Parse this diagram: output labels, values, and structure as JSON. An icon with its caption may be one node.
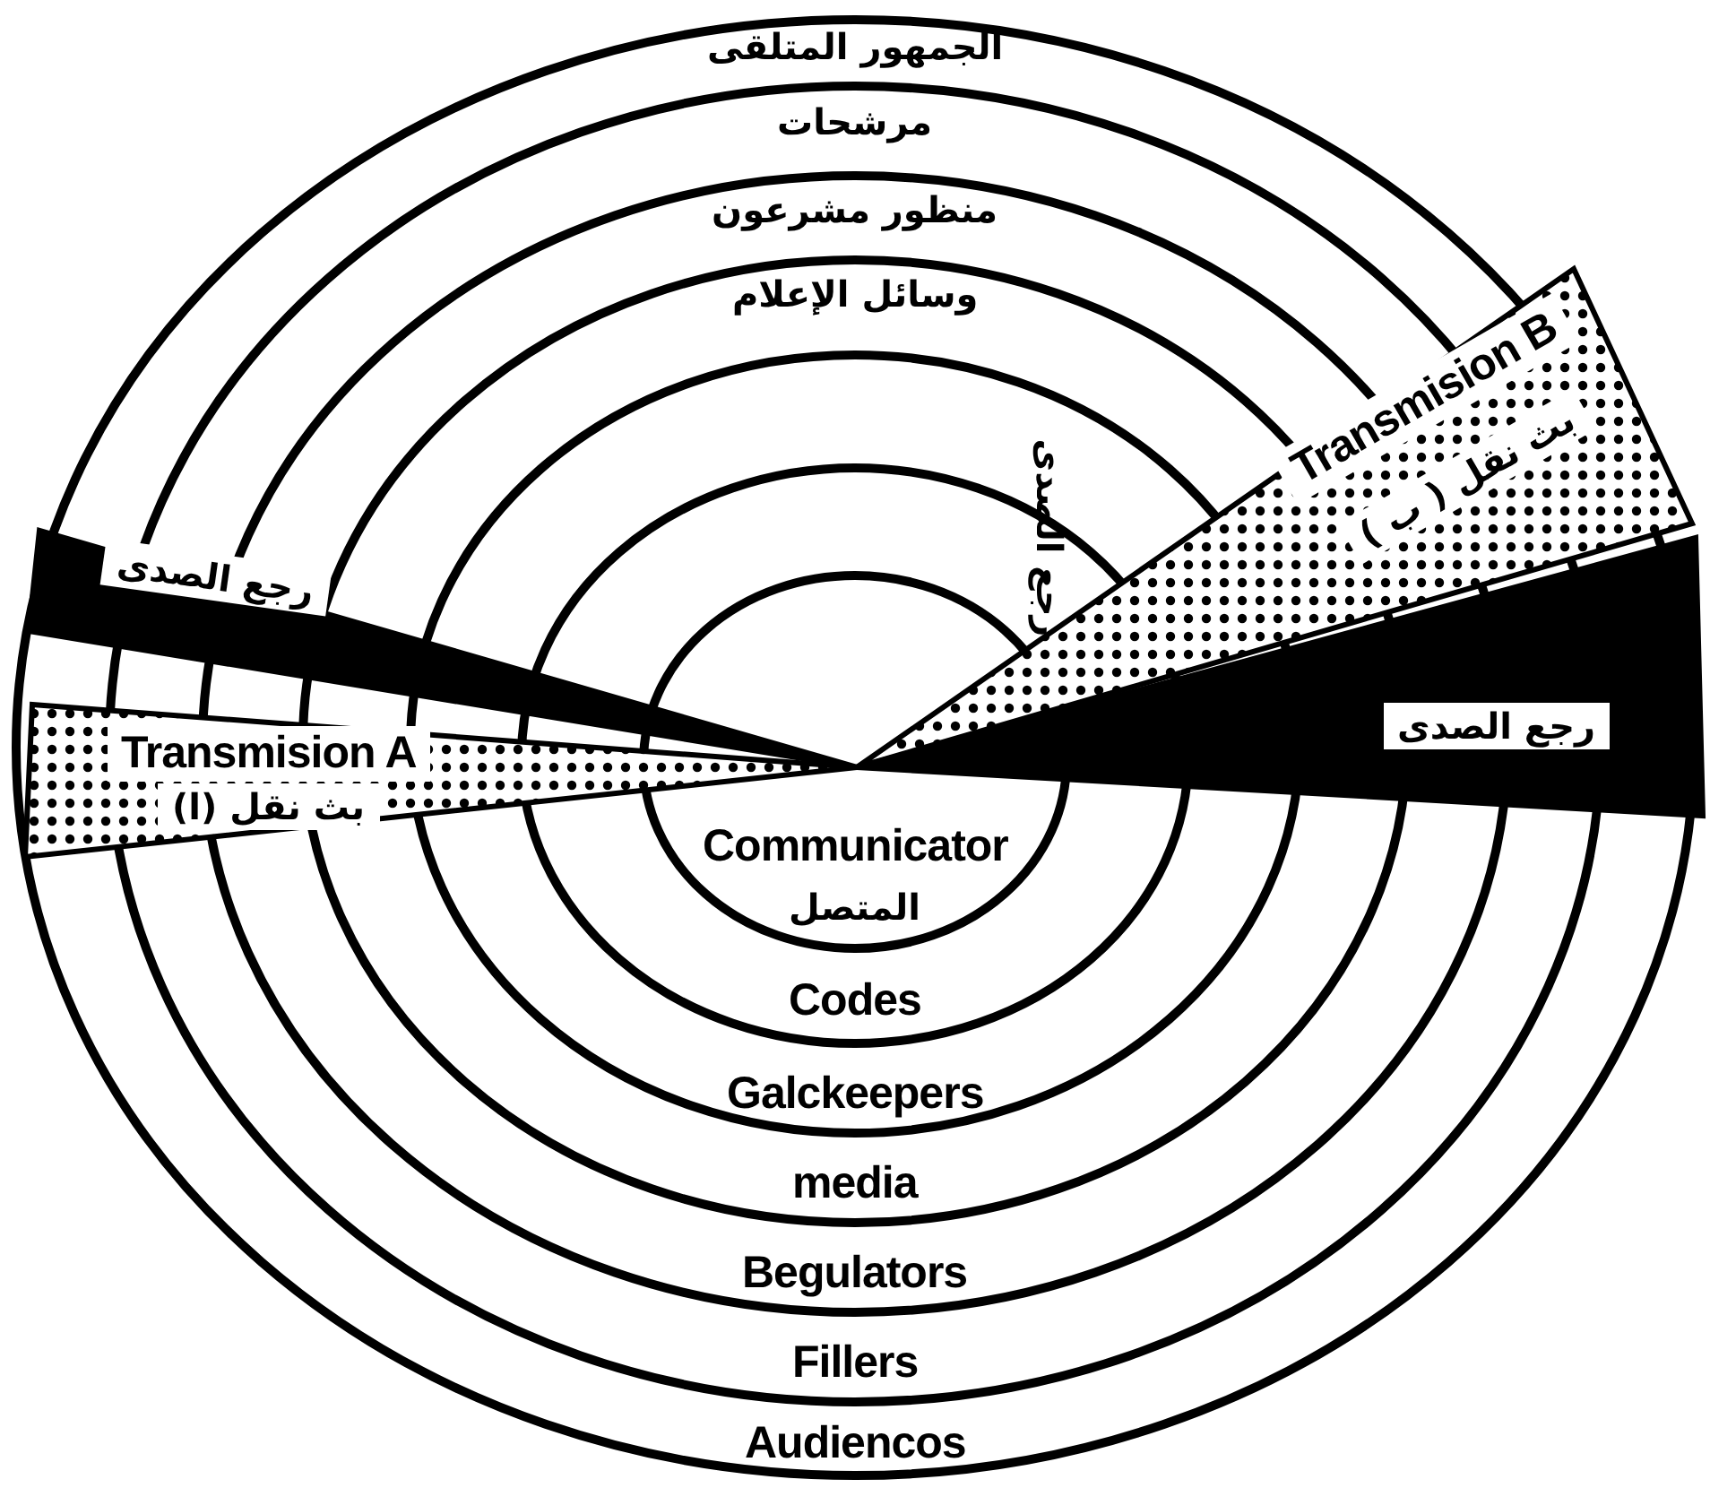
{
  "diagram": {
    "nodes": [
      {
        "text": [
          "الجمهور المتلقى",
          "Audiencos"
        ]
      },
      {
        "text": [
          "مرشحات",
          "Fillers"
        ],
        "in": 0
      },
      {
        "text": [
          "منظور مشرعون",
          "Begulators"
        ],
        "in": 1
      },
      {
        "text": [
          "وسائل الإعلام",
          "media"
        ],
        "in": 2
      },
      {
        "text": [
          "Galckeepers"
        ],
        "in": 3
      },
      {
        "text": [
          "Codes"
        ],
        "in": 4
      },
      {
        "text": [
          "Communicator",
          "المتصل"
        ],
        "in": 5
      },
      {
        "text": [
          "Transmision A",
          "بث نقل (ا)"
        ],
        "in": 0
      },
      {
        "text": [
          "رجع الصدى"
        ],
        "in": 0
      },
      {
        "text": [
          "Transmision B",
          "بث نقل ( ب )"
        ],
        "in": 0
      },
      {
        "text": [
          "رجع الصدى"
        ],
        "in": 0
      }
    ],
    "labels": [
      "رجع الصدى"
    ]
  }
}
